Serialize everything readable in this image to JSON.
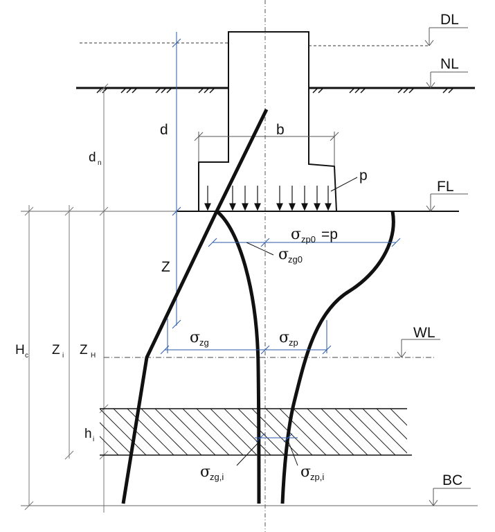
{
  "diagram": {
    "levels": {
      "dl": "DL",
      "nl": "NL",
      "fl": "FL",
      "wl": "WL",
      "bc": "BC"
    },
    "dims": {
      "d": "d",
      "dn_main": "d",
      "dn_sub": "n",
      "b": "b",
      "p": "p",
      "z": "Z",
      "hc_main": "H",
      "hc_sub": "c",
      "zi_main": "Z",
      "zi_sub": "i",
      "zh_main": "Z",
      "zh_sub": "H",
      "hi_main": "h",
      "hi_sub": "i"
    },
    "stress": {
      "sigma": "σ",
      "zp0_sub": "zp0",
      "zp0_eq": "=p",
      "zg0_sub": "zg0",
      "zg_sub": "zg",
      "zp_sub": "zp",
      "zgi_sub": "zg,i",
      "zpi_sub": "zp,i"
    },
    "colors": {
      "line": "#111111",
      "dim_line": "#2a5aa8",
      "hatch": "#222222"
    }
  }
}
